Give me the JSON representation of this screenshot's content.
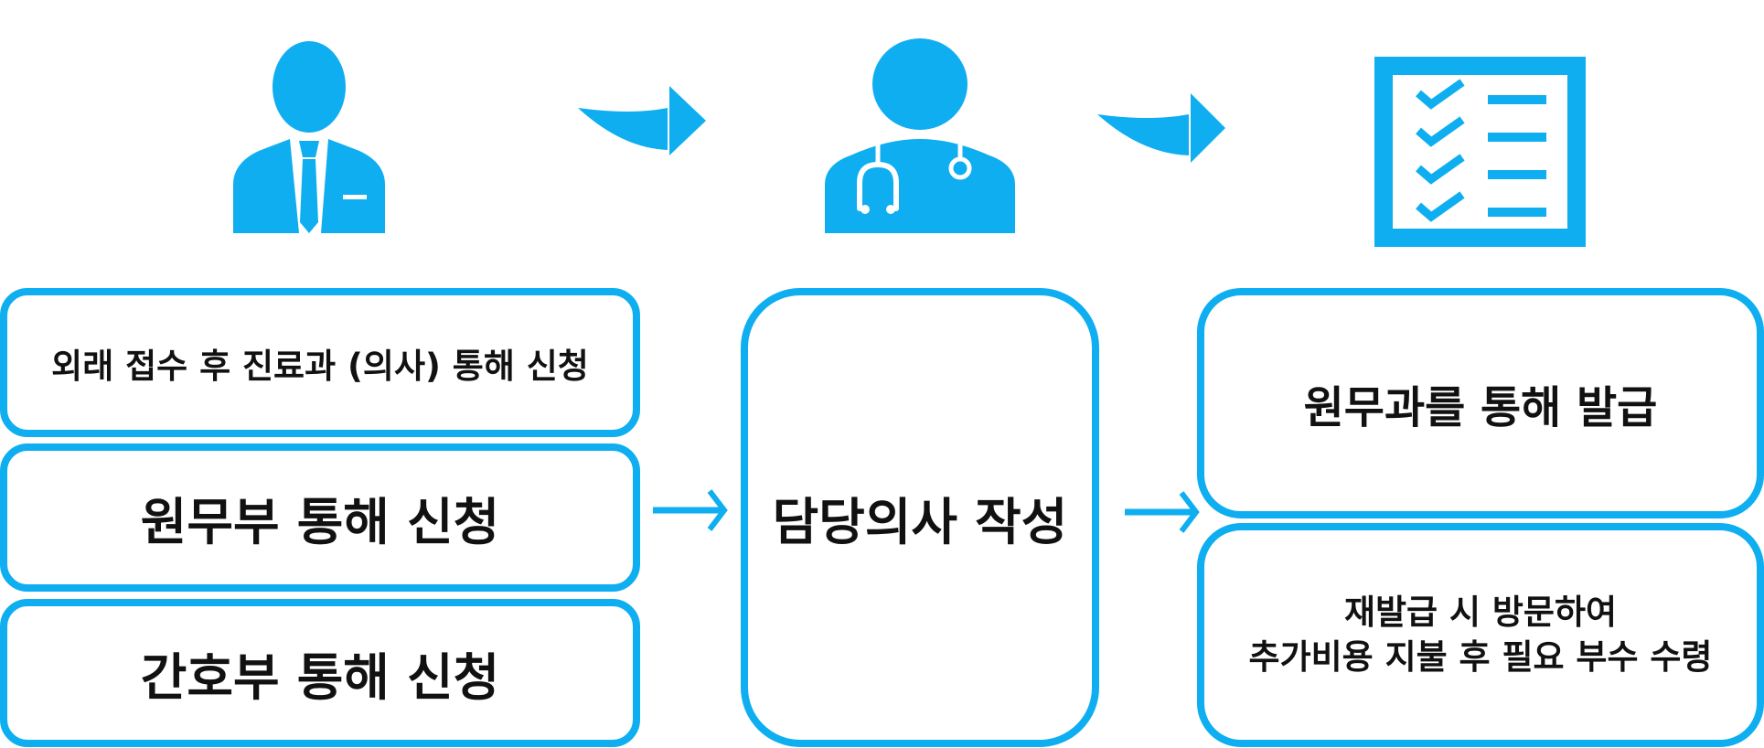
{
  "colors": {
    "accent": "#0eaef0",
    "text": "#111111"
  },
  "icons": [
    "person-with-tie-icon",
    "doctor-icon",
    "checklist-icon"
  ],
  "left": {
    "opd": "외래 접수 후  진료과 (의사) 통해  신청",
    "admin": "원무부 통해 신청",
    "nursing": "간호부 통해 신청"
  },
  "middle": {
    "doctor": "담당의사 작성"
  },
  "right": {
    "issue": "원무과를 통해  발급",
    "reissue_line1": "재발급 시 방문하여",
    "reissue_line2": "추가비용 지불 후  필요 부수 수령"
  }
}
